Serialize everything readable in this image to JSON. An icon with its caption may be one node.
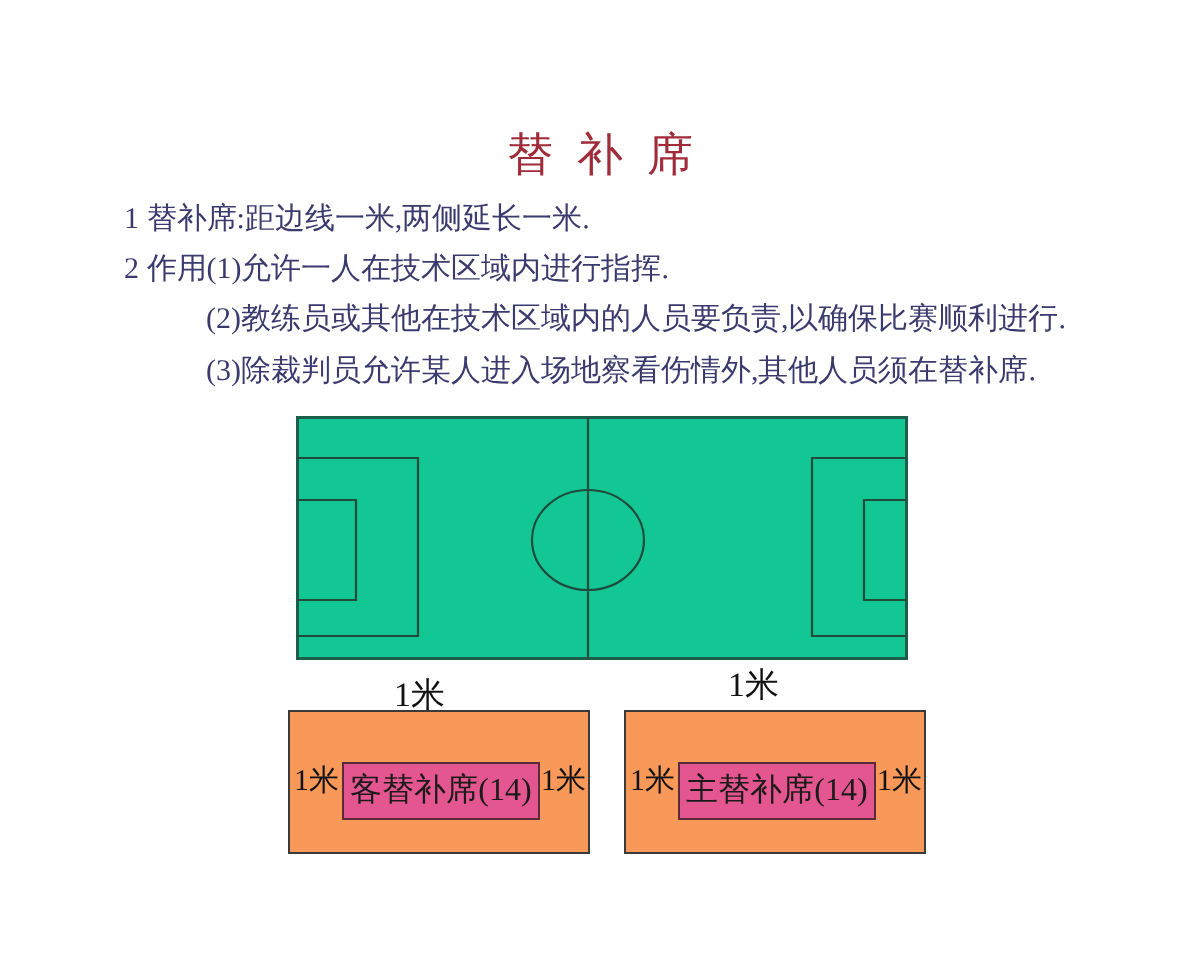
{
  "diagram": {
    "title": "替补席",
    "nodes": [
      {
        "text": [
          "1米",
          "1米"
        ]
      },
      {
        "text": [
          "客替补席(14)"
        ],
        "in": 0
      },
      {
        "text": [
          "1米",
          "1米"
        ]
      },
      {
        "text": [
          "主替补席(14)"
        ],
        "in": 2
      }
    ],
    "labels": [
      "1 替补席:距边线一米,两侧延长一米.",
      "2 作用(1)允许一人在技术区域内进行指挥.",
      "(2)教练员或其他在技术区域内的人员要负责,以确保比赛顺利进行.",
      "(3)除裁判员允许某人进入场地察看伤情外,其他人员须在替补席.",
      "1米",
      "1米"
    ]
  }
}
